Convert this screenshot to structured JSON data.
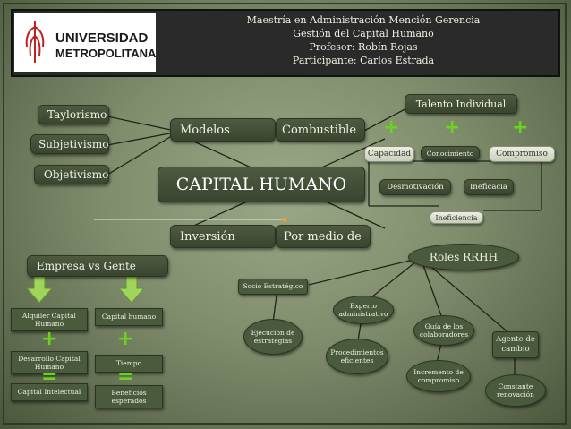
{
  "header": {
    "logo_line1": "UNIVERSIDAD",
    "logo_line2": "METROPOLITANA",
    "line1": "Maestría en Administración Mención Gerencia",
    "line2": "Gestión del Capital Humano",
    "line3": "Profesor: Robín Rojas",
    "line4": "Participante: Carlos Estrada"
  },
  "center": "CAPITAL HUMANO",
  "branches": {
    "modelos": "Modelos",
    "combustible": "Combustible",
    "inversion": "Inversión",
    "por_medio": "Por medio de"
  },
  "modelos_items": [
    "Taylorismo",
    "Subjetivismo",
    "Objetivismo"
  ],
  "talento": {
    "title": "Talento Individual",
    "items": [
      "Capacidad",
      "Conocimiento",
      "Compromiso"
    ],
    "neg": [
      "Desmotivación",
      "Ineficacia",
      "Ineficiencia"
    ],
    "plus": "+"
  },
  "inversion": {
    "title": "Empresa vs Gente",
    "left": [
      "Alquiler Capital Humano",
      "Desarrollo Capital Humano",
      "Capital Intelectual"
    ],
    "right": [
      "Capital humano",
      "Tiempo",
      "Beneficios esperados"
    ],
    "plus": "+",
    "equals": "="
  },
  "roles": {
    "title": "Roles RRHH",
    "items": {
      "socio": "Socio Estratégico",
      "experto": "Experto administrativo",
      "ejecucion": "Ejecución de estrategias",
      "procedimientos": "Procedimientos eficientes",
      "guia": "Guía de los colaboradores",
      "incremento": "Incremento de compromiso",
      "agente": "Agente de cambio",
      "constante": "Constante renovación"
    }
  },
  "colors": {
    "accent_green": "#6bd21f",
    "box_dark": "#3a4530",
    "box_pale": "#e4e6da"
  }
}
